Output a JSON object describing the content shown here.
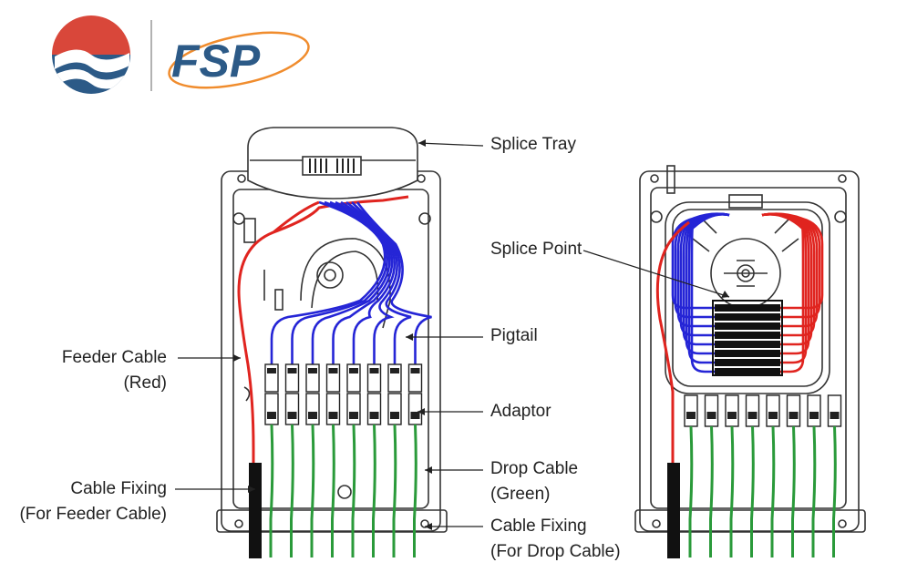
{
  "logo": {
    "text": "FSP",
    "colors": {
      "red": "#d9473a",
      "blue": "#2c5a87",
      "orange": "#f08c2d"
    }
  },
  "labels": {
    "splice_tray": "Splice Tray",
    "splice_point": "Splice Point",
    "pigtail": "Pigtail",
    "adaptor": "Adaptor",
    "drop_cable_1": "Drop Cable",
    "drop_cable_2": "(Green)",
    "cable_fixing_drop_1": "Cable Fixing",
    "cable_fixing_drop_2": "(For Drop Cable)",
    "feeder_cable_1": "Feeder Cable",
    "feeder_cable_2": "(Red)",
    "cable_fixing_feeder_1": "Cable Fixing",
    "cable_fixing_feeder_2": "(For Feeder Cable)"
  },
  "colors": {
    "feeder": "#e0241f",
    "pigtail": "#2525d6",
    "drop": "#2a9a3a",
    "outline": "#333333",
    "splice": "#111111"
  },
  "ports": 8
}
